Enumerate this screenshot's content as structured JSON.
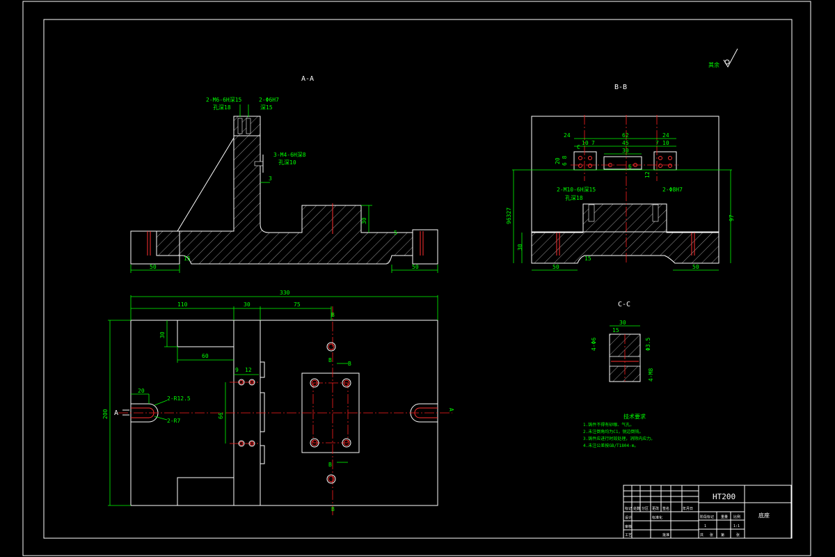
{
  "title_block": {
    "material": "HT200",
    "part_name": "底座",
    "small_labels": [
      "标记",
      "处数",
      "分区",
      "更改",
      "签名",
      "年月日",
      "设计",
      "标准化",
      "审核",
      "工艺",
      "批准",
      "阶段标记",
      "重量",
      "比例",
      "共",
      "张",
      "第",
      "张",
      "1:1",
      "1"
    ]
  },
  "roughness": {
    "label": "其余"
  },
  "section_labels": {
    "aa": "A-A",
    "bb": "B-B",
    "cc": "C-C"
  },
  "notes": {
    "title": "技术要求",
    "lines": [
      "1.铸件不得有砂眼、气孔。",
      "2.未注倒角均为C1，锐边倒钝。",
      "3.铸件应进行时效处理，消除内应力。",
      "4.未注公差按GB/T1804-m。"
    ]
  },
  "dims": {
    "aa": {
      "hole_top_left": "2-M6-6H深15",
      "hole_top_left_sub": "孔深18",
      "hole_top_right": "2-Φ6H7",
      "hole_top_right_sub": "深15",
      "side_holes": "3-M4-6H深8",
      "side_holes_sub": "孔深10",
      "d3": "3",
      "d30": "30",
      "d5": "5",
      "d15": "15",
      "d50_left": "50",
      "d50_right": "50"
    },
    "bb": {
      "d24_left": "24",
      "d62": "62",
      "d24_right": "24",
      "d10_7_left": "10",
      "d7_left": "7",
      "d45": "45",
      "d7_right": "7",
      "d10_right": "10",
      "d30": "30",
      "d20": "20",
      "d6_8": "6 8",
      "d12": "12",
      "d6": "6",
      "label_c": "C",
      "holes_left": "2-M10-6H深15",
      "holes_left_sub": "孔深18",
      "holes_right": "2-Φ8H7",
      "d96327": "96327",
      "d97": "97",
      "d30_side": "30",
      "d50_left": "50",
      "d15": "15",
      "d50_right": "50"
    },
    "cc": {
      "d30": "30",
      "d15": "15",
      "left_dim": "4-Φ6",
      "right_dim": "Φ3.5",
      "right_dim2": "4-M8"
    },
    "plan": {
      "d330": "330",
      "d110": "110",
      "d30": "30",
      "d75": "75",
      "d30_v": "30",
      "d60": "60",
      "d9": "9",
      "d12": "12",
      "d66": "66",
      "d200": "200",
      "d20": "20",
      "r125": "2-R12.5",
      "r7": "2-R7",
      "mark_a_left": "A",
      "mark_a_right": "A",
      "mark_b_top": "B",
      "mark_b_bottom": "B",
      "mark_b_top2": "B",
      "mark_b_bottom2": "B",
      "mark_b_top3": "B"
    }
  },
  "colors": {
    "outline": "#ffffff",
    "dimension": "#00ff00",
    "centerline": "#ff2020",
    "background": "#000000"
  }
}
